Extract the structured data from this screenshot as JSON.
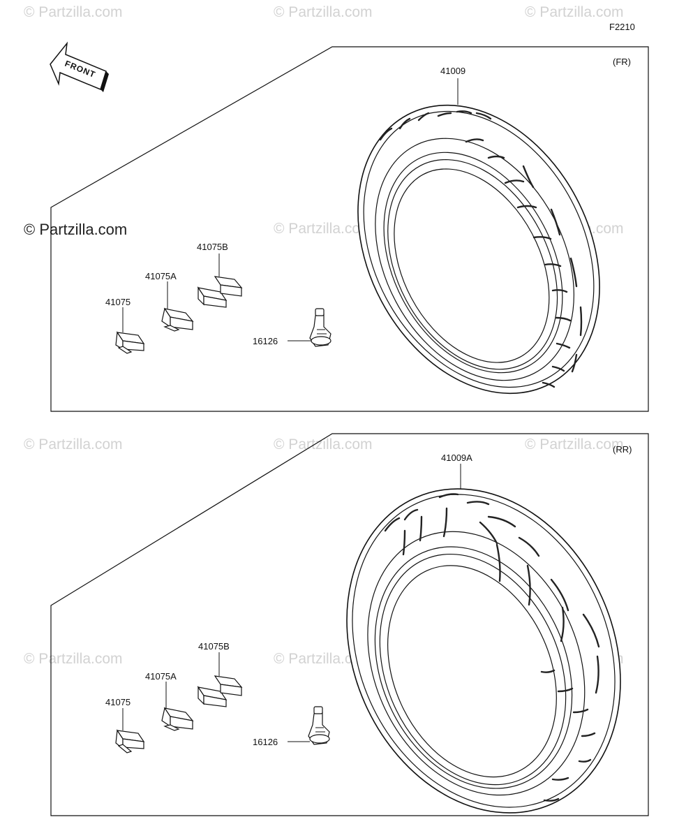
{
  "figure_code": "F2210",
  "watermarks": {
    "text": "© Partzilla.com",
    "prominent": "© Partzilla.com"
  },
  "front_arrow_label": "FRONT",
  "panels": [
    {
      "id": "front",
      "position_tag": "(FR)",
      "parts": {
        "tire": "41009",
        "weight": "41075",
        "weight_a": "41075A",
        "weight_b": "41075B",
        "valve": "16126"
      }
    },
    {
      "id": "rear",
      "position_tag": "(RR)",
      "parts": {
        "tire": "41009A",
        "weight": "41075",
        "weight_a": "41075A",
        "weight_b": "41075B",
        "valve": "16126"
      }
    }
  ]
}
